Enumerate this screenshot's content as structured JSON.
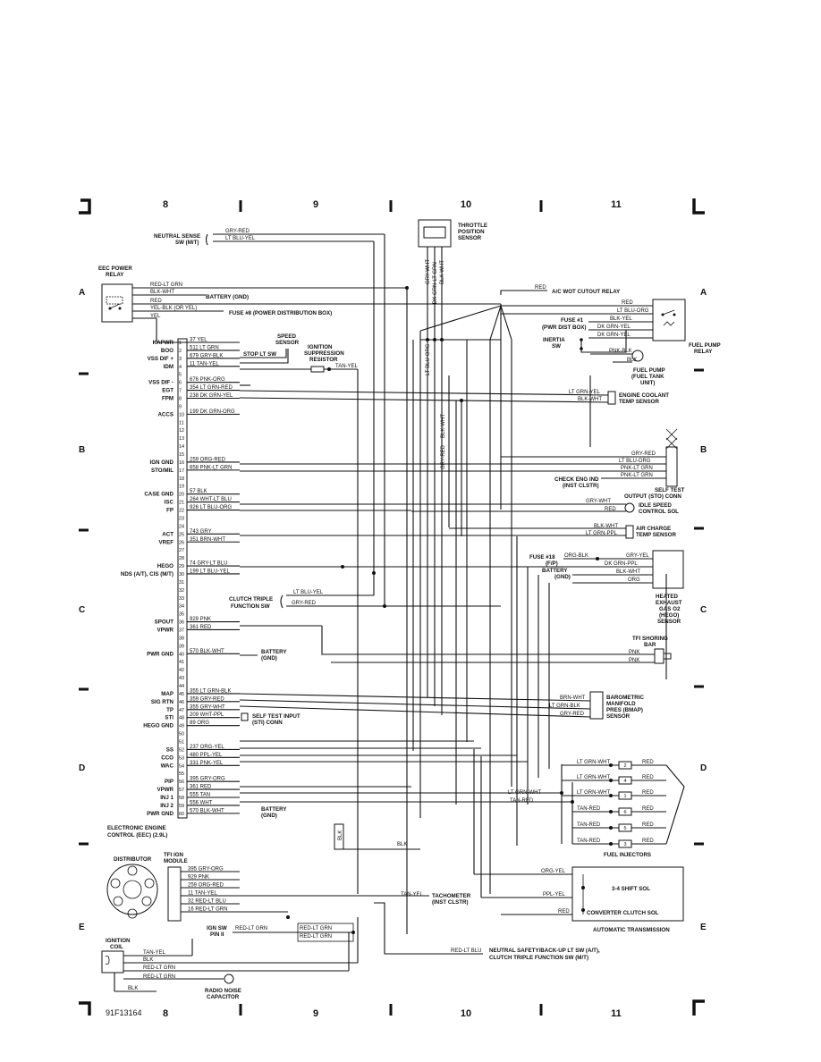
{
  "columns": [
    "8",
    "9",
    "10",
    "11"
  ],
  "rows": [
    "A",
    "B",
    "C",
    "D",
    "E"
  ],
  "figure_id": "91F13164",
  "eec": {
    "title_line1": "ELECTRONIC ENGINE",
    "title_line2": "CONTROL (EEC) (2.9L)",
    "pins": [
      {
        "n": "1",
        "signal": "KAPWR",
        "wire": "37 YEL"
      },
      {
        "n": "2",
        "signal": "BOO",
        "wire": "511 LT GRN"
      },
      {
        "n": "3",
        "signal": "VSS DIF +",
        "wire": "679 GRY-BLK"
      },
      {
        "n": "4",
        "signal": "IDM",
        "wire": "11 TAN-YEL"
      },
      {
        "n": "5",
        "signal": "",
        "wire": ""
      },
      {
        "n": "6",
        "signal": "VSS DIF -",
        "wire": "676 PNK-ORG"
      },
      {
        "n": "7",
        "signal": "EGT",
        "wire": "354 LT GRN-RED"
      },
      {
        "n": "8",
        "signal": "FPM",
        "wire": "238 DK GRN-YEL"
      },
      {
        "n": "9",
        "signal": "",
        "wire": ""
      },
      {
        "n": "10",
        "signal": "ACCS",
        "wire": "199 DK GRN-ORG"
      },
      {
        "n": "11",
        "signal": "",
        "wire": ""
      },
      {
        "n": "12",
        "signal": "",
        "wire": ""
      },
      {
        "n": "13",
        "signal": "",
        "wire": ""
      },
      {
        "n": "14",
        "signal": "",
        "wire": ""
      },
      {
        "n": "15",
        "signal": "",
        "wire": ""
      },
      {
        "n": "16",
        "signal": "IGN GND",
        "wire": "259 ORG-RED"
      },
      {
        "n": "17",
        "signal": "STO/MIL",
        "wire": "658 PNK-LT GRN"
      },
      {
        "n": "18",
        "signal": "",
        "wire": ""
      },
      {
        "n": "19",
        "signal": "",
        "wire": ""
      },
      {
        "n": "20",
        "signal": "CASE GND",
        "wire": "57 BLK"
      },
      {
        "n": "21",
        "signal": "ISC",
        "wire": "264 WHT-LT BLU"
      },
      {
        "n": "22",
        "signal": "FP",
        "wire": "926 LT BLU-ORG"
      },
      {
        "n": "23",
        "signal": "",
        "wire": ""
      },
      {
        "n": "24",
        "signal": "",
        "wire": ""
      },
      {
        "n": "25",
        "signal": "ACT",
        "wire": "743 GRY"
      },
      {
        "n": "26",
        "signal": "VREF",
        "wire": "351 BRN-WHT"
      },
      {
        "n": "27",
        "signal": "",
        "wire": ""
      },
      {
        "n": "28",
        "signal": "",
        "wire": ""
      },
      {
        "n": "29",
        "signal": "HEGO",
        "wire": "74 GRY-LT BLU"
      },
      {
        "n": "30",
        "signal": "NDS (A/T), CIS (M/T)",
        "wire": "199 LT BLU-YEL"
      },
      {
        "n": "31",
        "signal": "",
        "wire": ""
      },
      {
        "n": "32",
        "signal": "",
        "wire": ""
      },
      {
        "n": "33",
        "signal": "",
        "wire": ""
      },
      {
        "n": "34",
        "signal": "",
        "wire": ""
      },
      {
        "n": "35",
        "signal": "",
        "wire": ""
      },
      {
        "n": "36",
        "signal": "SPOUT",
        "wire": "929 PNK"
      },
      {
        "n": "37",
        "signal": "VPWR",
        "wire": "361 RED"
      },
      {
        "n": "38",
        "signal": "",
        "wire": ""
      },
      {
        "n": "39",
        "signal": "",
        "wire": ""
      },
      {
        "n": "40",
        "signal": "PWR GND",
        "wire": "570 BLK-WHT"
      },
      {
        "n": "41",
        "signal": "",
        "wire": ""
      },
      {
        "n": "42",
        "signal": "",
        "wire": ""
      },
      {
        "n": "43",
        "signal": "",
        "wire": ""
      },
      {
        "n": "44",
        "signal": "",
        "wire": ""
      },
      {
        "n": "45",
        "signal": "MAP",
        "wire": "355 LT GRN-BLK"
      },
      {
        "n": "46",
        "signal": "SIG RTN",
        "wire": "359 GRY-RED"
      },
      {
        "n": "47",
        "signal": "TP",
        "wire": "355 GRY-WHT"
      },
      {
        "n": "48",
        "signal": "STI",
        "wire": "209 WHT-PPL"
      },
      {
        "n": "49",
        "signal": "HEGO GND",
        "wire": "89 ORG"
      },
      {
        "n": "50",
        "signal": "",
        "wire": ""
      },
      {
        "n": "51",
        "signal": "",
        "wire": ""
      },
      {
        "n": "52",
        "signal": "SS",
        "wire": "237 ORG-YEL"
      },
      {
        "n": "53",
        "signal": "CCO",
        "wire": "480 PPL-YEL"
      },
      {
        "n": "54",
        "signal": "WAC",
        "wire": "331 PNK-YEL"
      },
      {
        "n": "55",
        "signal": "",
        "wire": ""
      },
      {
        "n": "56",
        "signal": "PIP",
        "wire": "395 GRY-ORG"
      },
      {
        "n": "57",
        "signal": "VPWR",
        "wire": "361 RED"
      },
      {
        "n": "58",
        "signal": "INJ 1",
        "wire": "555 TAN"
      },
      {
        "n": "59",
        "signal": "INJ 2",
        "wire": "556 WHT"
      },
      {
        "n": "60",
        "signal": "PWR GND",
        "wire": "570 BLK-WHT"
      }
    ]
  },
  "labels": {
    "neutral_sense": [
      "NEUTRAL SENSE",
      "SW (M/T)"
    ],
    "neutral_wires": [
      "GRY-RED",
      "LT BLU-YEL"
    ],
    "eec_relay": [
      "EEC POWER",
      "RELAY"
    ],
    "relay_wires": [
      "RED-LT GRN",
      "BLK-WHT",
      "RED",
      "YEL-BLK (OR YEL)",
      "YEL"
    ],
    "battery_gnd_a": "BATTERY (GND)",
    "fuse8": "FUSE #8 (POWER DISTRIBUTION BOX)",
    "throttle": [
      "THROTTLE",
      "POSITION",
      "SENSOR"
    ],
    "tps_wires": [
      "GRY-WHT",
      "DK GRN-LT GRN",
      "BLK-WHT"
    ],
    "speed_sensor": [
      "SPEED",
      "SENSOR"
    ],
    "ign_supp": [
      "IGNITION",
      "SUPPRESSION",
      "RESISTOR"
    ],
    "stop_sw": "STOP LT SW",
    "tan_yel": "TAN-YEL",
    "ac_relay": "A/C WOT CUTOUT RELAY",
    "wot_red": "RED",
    "fuse1": [
      "FUSE #1",
      "(PWR DIST BOX)"
    ],
    "inertia": [
      "INERTIA",
      "SW"
    ],
    "fuel_relay_wires": [
      "RED",
      "LT BLU-ORG",
      "BLK-YEL",
      "DK GRN-YEL",
      "DK GRN-YEL"
    ],
    "fuel_pump_relay": [
      "FUEL PUMP",
      "RELAY"
    ],
    "fuel_pump_unit": [
      "FUEL PUMP",
      "(FUEL TANK",
      "UNIT)"
    ],
    "pnk_blk": "PNK-BLK",
    "blk": "BLK",
    "ect_wires": [
      "LT GRN-YEL",
      "BLK-WHT"
    ],
    "ect": [
      "ENGINE COOLANT",
      "TEMP SENSOR"
    ],
    "vert_wires": [
      "LT BLU-ORG",
      "BLK-WHT",
      "GRY-RED",
      "BLK-WHT"
    ],
    "sto_wires": [
      "GRY-RED",
      "LT BLU-ORG",
      "PNK-LT GRN",
      "PNK-LT GRN"
    ],
    "check_eng": [
      "CHECK ENG IND",
      "(INST CLSTR)"
    ],
    "self_test": [
      "SELF TEST",
      "OUTPUT (STO) CONN"
    ],
    "isc_wires": [
      "GRY-WHT",
      "RED"
    ],
    "idle_speed": [
      "IDLE SPEED",
      "CONTROL SOL"
    ],
    "act_wires": [
      "BLK-WHT",
      "LT GRN-PPL"
    ],
    "air_charge": [
      "AIR CHARGE",
      "TEMP SENSOR"
    ],
    "fuse18": [
      "FUSE #18",
      "(F/P)"
    ],
    "battery_gnd": [
      "BATTERY",
      "(GND)"
    ],
    "hego_wires": [
      "ORG-BLK",
      "GRY-YEL",
      "DK GRN-PPL",
      "BLK-WHT",
      "ORG"
    ],
    "hego": [
      "HEATED",
      "EXHAUST",
      "GAS O2",
      "(HEGO)",
      "SENSOR"
    ],
    "clutch": [
      "CLUTCH TRIPLE",
      "FUNCTION SW"
    ],
    "clutch_wires": [
      "LT BLU-YEL",
      "GRY-RED"
    ],
    "tfi_bar": [
      "TFI SHORING",
      "BAR"
    ],
    "pnk": "PNK",
    "battery_gnd_b": [
      "BATTERY",
      "(GND)"
    ],
    "self_test_input": [
      "SELF TEST INPUT",
      "(STI) CONN"
    ],
    "bmap_wires": [
      "BRN-WHT",
      "LT GRN-BLK",
      "GRY-RED"
    ],
    "bmap": [
      "BAROMETRIC",
      "MANIFOLD",
      "PRES (BMAP)",
      "SENSOR"
    ],
    "inj_left": [
      "LT GRN-WHT",
      "LT GRN-WHT",
      "LT GRN-WHT",
      "TAN-RED",
      "TAN-RED",
      "TAN-RED"
    ],
    "inj_nums": [
      "2",
      "4",
      "1",
      "6",
      "5",
      "3"
    ],
    "inj_right": "RED",
    "inj_feed": [
      "LT GRN-WHT",
      "TAN-RED"
    ],
    "fuel_injectors": "FUEL INJECTORS",
    "battery_gnd_c": [
      "BATTERY",
      "(GND)"
    ],
    "blk_vert": "BLK",
    "blk_h": "BLK",
    "tfi": [
      "TFI IGN",
      "MODULE"
    ],
    "distributor": "DISTRIBUTOR",
    "dist_wires": [
      "395 GRY-ORG",
      "929 PNK",
      "259 ORG-RED",
      "11 TAN-YEL",
      "32 RED-LT BLU",
      "16 RED-LT GRN"
    ],
    "tach_wire": "TAN-YEL",
    "tach": [
      "TACHOMETER",
      "(INST CLSTR)"
    ],
    "trans_wires": [
      "ORG-YEL",
      "PPL-YEL",
      "RED"
    ],
    "shift_sol": "3-4 SHIFT SOL",
    "conv_sol": "CONVERTER CLUTCH SOL",
    "auto_trans": "AUTOMATIC TRANSMISSION",
    "ign_sw": [
      "IGN SW",
      "PIN II"
    ],
    "ign_wires": [
      "RED-LT GRN",
      "RED-LT GRN",
      "RED-LT GRN"
    ],
    "ign_coil": [
      "IGNITION",
      "COIL"
    ],
    "coil_wires": [
      "TAN-YEL",
      "BLK",
      "RED-LT GRN",
      "RED-LT GRN"
    ],
    "red_lt_blu": "RED-LT BLU",
    "neutral_safety": [
      "NEUTRAL SAFETY/BACK-UP LT SW (A/T),",
      "CLUTCH TRIPLE FUNCTION SW (M/T)"
    ],
    "radio_cap": [
      "RADIO NOISE",
      "CAPACITOR"
    ],
    "blk_coil": "BLK"
  }
}
